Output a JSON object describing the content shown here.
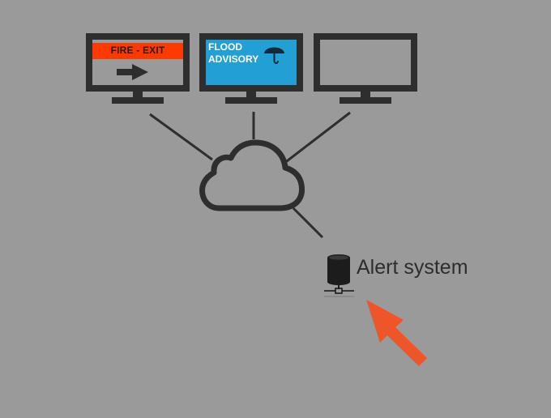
{
  "diagram": {
    "background_color": "#9a9a9a",
    "monitors": [
      {
        "id": "monitor-fire-exit",
        "banner_text": "FIRE - EXIT",
        "banner_color": "#ff3a00",
        "icon": "arrow-right-icon"
      },
      {
        "id": "monitor-flood-advisory",
        "line1": "FLOOD",
        "line2": "ADVISORY",
        "screen_color": "#22a0d6",
        "icon": "umbrella-icon"
      },
      {
        "id": "monitor-blank",
        "screen_color": "#9a9a9a"
      }
    ],
    "hub": {
      "icon": "cloud-icon"
    },
    "source": {
      "label": "Alert system",
      "icon": "database-server-icon"
    },
    "pointer": {
      "icon": "arrow-pointer-icon",
      "color": "#ee5528"
    },
    "connections": [
      {
        "from": "monitor-fire-exit",
        "to": "cloud"
      },
      {
        "from": "monitor-flood-advisory",
        "to": "cloud"
      },
      {
        "from": "monitor-blank",
        "to": "cloud"
      },
      {
        "from": "cloud",
        "to": "alert-system"
      }
    ]
  }
}
